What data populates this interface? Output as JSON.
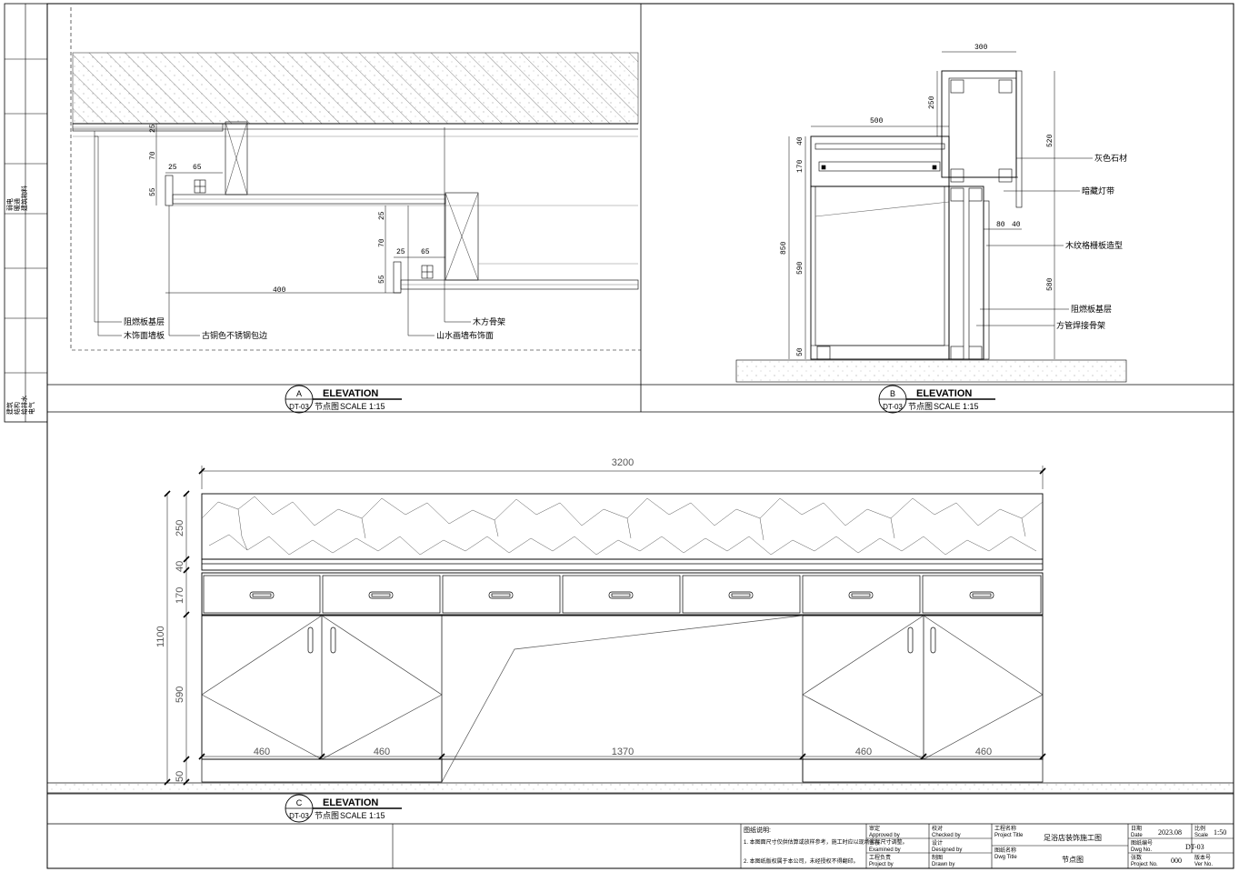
{
  "side_panel": {
    "group1": [
      "弱电",
      "暖通",
      "建筑物料"
    ],
    "group2": [
      "建筑",
      "结构",
      "给排水",
      "电气"
    ]
  },
  "details": {
    "A": {
      "marker": "A",
      "sheet": "DT-03",
      "title": "ELEVATION",
      "subtitle": "节点图",
      "scale": "SCALE 1:15",
      "dims": [
        "25",
        "70",
        "25",
        "65",
        "55",
        "25",
        "70",
        "25",
        "65",
        "55",
        "400"
      ],
      "labels": [
        "阻燃板基层",
        "木饰面墙板",
        "古铜色不锈钢包边",
        "木方骨架",
        "山水画墙布饰面"
      ]
    },
    "B": {
      "marker": "B",
      "sheet": "DT-03",
      "title": "ELEVATION",
      "subtitle": "节点图",
      "scale": "SCALE 1:15",
      "dims": [
        "300",
        "250",
        "520",
        "500",
        "40",
        "170",
        "850",
        "590",
        "50",
        "80",
        "40",
        "580"
      ],
      "labels": [
        "灰色石材",
        "暗藏灯带",
        "木纹格栅板造型",
        "阻燃板基层",
        "方管焊接骨架"
      ]
    },
    "C": {
      "marker": "C",
      "sheet": "DT-03",
      "title": "ELEVATION",
      "subtitle": "节点图",
      "scale": "SCALE 1:15",
      "overall_width": "3200",
      "height_dims": [
        "250",
        "40",
        "170",
        "590",
        "50"
      ],
      "total_height": "1100",
      "bottom_dims": [
        "460",
        "460",
        "1370",
        "460",
        "460"
      ]
    }
  },
  "title_block": {
    "notes_title": "图纸说明:",
    "notes": [
      "1. 本图面尺寸仅供估算或放样参考，施工时应以现场实际尺寸调整。",
      "2. 本图纸版权属于本公司，未经授权不得翻印。"
    ],
    "approved_cn": "审定",
    "approved_en": "Approved by",
    "examined_cn": "审核",
    "examined_en": "Examined by",
    "pm_cn": "工程负责",
    "pm_en": "Project by",
    "checked_cn": "校对",
    "checked_en": "Checked by",
    "designed_cn": "设计",
    "designed_en": "Designed by",
    "drawn_cn": "制图",
    "drawn_en": "Drawn by",
    "project_title_cn": "工程名称",
    "project_title_en": "Project Title",
    "project_title": "足浴店装饰施工图",
    "drawing_title_cn": "图纸名称",
    "drawing_title_en": "Dwg Title",
    "drawing_title": "节点图",
    "date_cn": "日期",
    "date_en": "Date",
    "date": "2023.08",
    "scale_cn": "比例",
    "scale_en": "Scale",
    "scale": "1:50",
    "dwg_no_cn": "图纸编号",
    "dwg_no_en": "Dwg No.",
    "dwg_no": "DT-03",
    "proj_no_cn": "张数",
    "proj_no_en": "Project No.",
    "proj_no": "000",
    "ver_cn": "版本号",
    "ver_en": "Ver No."
  }
}
